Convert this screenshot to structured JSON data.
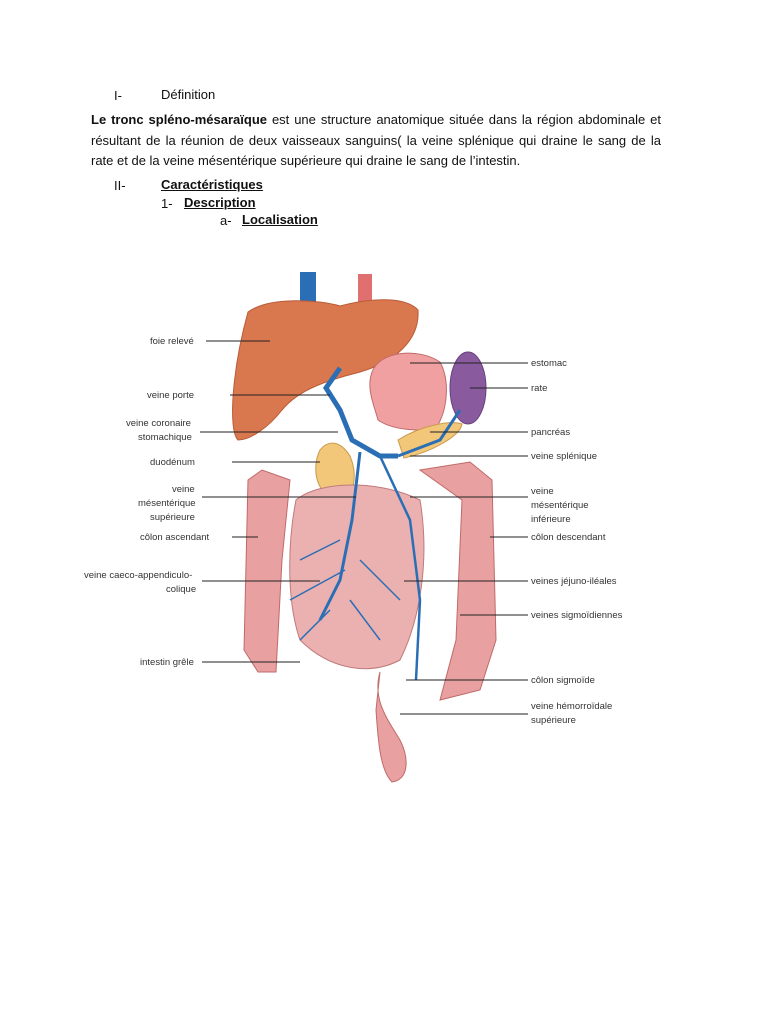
{
  "section1": {
    "number": "I-",
    "title": "Définition"
  },
  "paragraph": {
    "term": "Le tronc spléno-mésaraïque",
    "text": " est une structure anatomique située dans la région abdominale et résultant de la réunion de deux vaisseaux sanguins( la veine splénique qui draine le sang de la rate et de la veine mésentérique supérieure qui draine le sang de l’intestin."
  },
  "section2": {
    "number": "II-",
    "title": "Caractéristiques"
  },
  "sub1": {
    "number": "1-",
    "title": "Description"
  },
  "subsub": {
    "number": "a-",
    "title": "Localisation"
  },
  "figure": {
    "labels_left": {
      "foie": "foie relevé",
      "porte": "veine porte",
      "coronaire1": "veine coronaire",
      "coronaire2": "stomachique",
      "duodenum": "duodénum",
      "mes_sup1": "veine",
      "mes_sup2": "mésentérique",
      "mes_sup3": "supérieure",
      "colon_asc": "côlon ascendant",
      "caeco1": "veine caeco-appendiculo-",
      "caeco2": "colique",
      "intestin": "intestin grêle"
    },
    "labels_right": {
      "estomac": "estomac",
      "rate": "rate",
      "pancreas": "pancréas",
      "splenique": "veine splénique",
      "mes_inf1": "veine",
      "mes_inf2": "mésentérique",
      "mes_inf3": "inférieure",
      "colon_desc": "côlon descendant",
      "jejuno": "veines jéjuno-iléales",
      "sigmoidiennes": "veines sigmoïdiennes",
      "colon_sigm": "côlon sigmoïde",
      "hemo1": "veine hémorroïdale",
      "hemo2": "supérieure"
    },
    "colors": {
      "liver": "#d9774f",
      "vein": "#2a6fb5",
      "artery": "#e07070",
      "stomach": "#f0a0a0",
      "spleen": "#8a5a9e",
      "pancreas": "#f2c77a",
      "intestine": "#e8a0a0"
    }
  }
}
